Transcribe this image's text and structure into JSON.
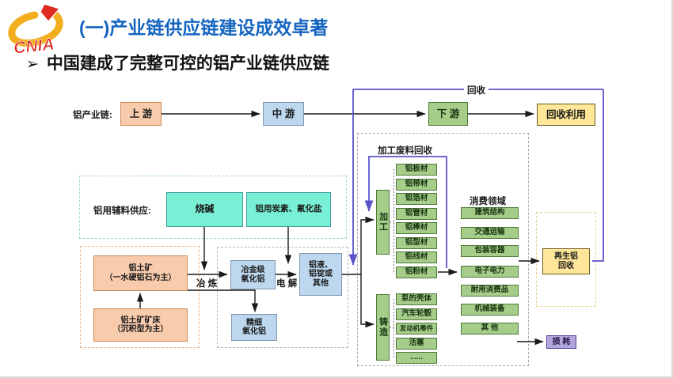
{
  "header": {
    "logo_text": "CNIA",
    "title": "(一)产业链供应链建设成效卓著",
    "bullet_marker": "➢",
    "bullet": "中国建成了完整可控的铝产业链供应链"
  },
  "colors": {
    "title_blue": "#1565C0",
    "recycle_line_purple": "#5B53C8",
    "stage_upstream_fill": "#F8CBAD",
    "stage_midstream_fill": "#BDD7EE",
    "stage_downstream_fill": "#A6CC8A",
    "recycle_fill": "#FFE699",
    "auxiliary_fill": "#79F0D6",
    "loss_fill": "#B3A6DB"
  },
  "chain": {
    "label": "铝产业链:",
    "upstream": "上 游",
    "midstream": "中 游",
    "downstream": "下 游",
    "recycle_use": "回收利用"
  },
  "loops": {
    "recycle_label": "回收",
    "scrap_label": "加工废料回收"
  },
  "supply": {
    "label": "铝用辅料供应:",
    "caustic_soda": "烧碱",
    "carbon_fluoride": "铝用炭素、氟化盐"
  },
  "bauxite": {
    "ore_line1": "铝土矿",
    "ore_line2": "（一水硬铝石为主）",
    "deposit_line1": "铝土矿矿床",
    "deposit_line2": "（沉积型为主）"
  },
  "process_labels": {
    "smelting": "冶 炼",
    "electrolysis": "电 解"
  },
  "oxide": {
    "metallurgical_line1": "冶金级",
    "metallurgical_line2": "氧化铝",
    "fine_line1": "精细",
    "fine_line2": "氧化铝"
  },
  "aluminum": {
    "line1": "铝液、",
    "line2": "铝锭或",
    "line3": "其他"
  },
  "processing": {
    "label": "加工",
    "products": [
      "铝板材",
      "铝带材",
      "铝箔材",
      "铝管材",
      "铝棒材",
      "铝型材",
      "铝线材",
      "铝粉材"
    ]
  },
  "casting": {
    "label": "铸造",
    "products": [
      "泵的壳体",
      "汽车轮毂",
      "发动机零件",
      "活塞",
      "......"
    ]
  },
  "consumption": {
    "label": "消费领域",
    "items": [
      "建筑结构",
      "交通运输",
      "包装容器",
      "电子电力",
      "耐用消费品",
      "机械装备",
      "其 他"
    ]
  },
  "regen": {
    "line1": "再生铝",
    "line2": "回收"
  },
  "loss": {
    "label": "损 耗"
  }
}
